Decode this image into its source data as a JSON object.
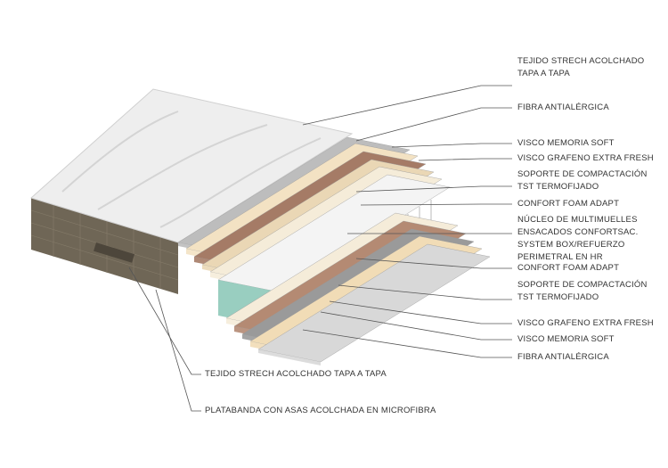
{
  "labels_right": [
    {
      "lines": [
        "TEJIDO STRECH ACOLCHADO",
        "TAPA A TAPA"
      ]
    },
    {
      "lines": [
        "FIBRA ANTIALÉRGICA"
      ]
    },
    {
      "lines": [
        "VISCO MEMORIA SOFT"
      ]
    },
    {
      "lines": [
        "VISCO GRAFENO EXTRA FRESH"
      ]
    },
    {
      "lines": [
        "SOPORTE DE COMPACTACIÓN",
        "TST TERMOFIJADO"
      ]
    },
    {
      "lines": [
        "CONFORT FOAM ADAPT"
      ]
    },
    {
      "lines": [
        "NÚCLEO DE MULTIMUELLES",
        "ENSACADOS CONFORTSAC.",
        "SYSTEM BOX/REFUERZO",
        "PERIMETRAL EN HR"
      ]
    },
    {
      "lines": [
        "CONFORT FOAM ADAPT"
      ]
    },
    {
      "lines": [
        "SOPORTE DE COMPACTACIÓN",
        "TST TERMOFIJADO"
      ]
    },
    {
      "lines": [
        "VISCO GRAFENO EXTRA FRESH"
      ]
    },
    {
      "lines": [
        "VISCO MEMORIA SOFT"
      ]
    },
    {
      "lines": [
        "FIBRA ANTIALÉRGICA"
      ]
    }
  ],
  "labels_bottom": [
    "TEJIDO STRECH ACOLCHADO TAPA A TAPA",
    "PLATABANDA CON ASAS ACOLCHADA EN MICROFIBRA"
  ]
}
